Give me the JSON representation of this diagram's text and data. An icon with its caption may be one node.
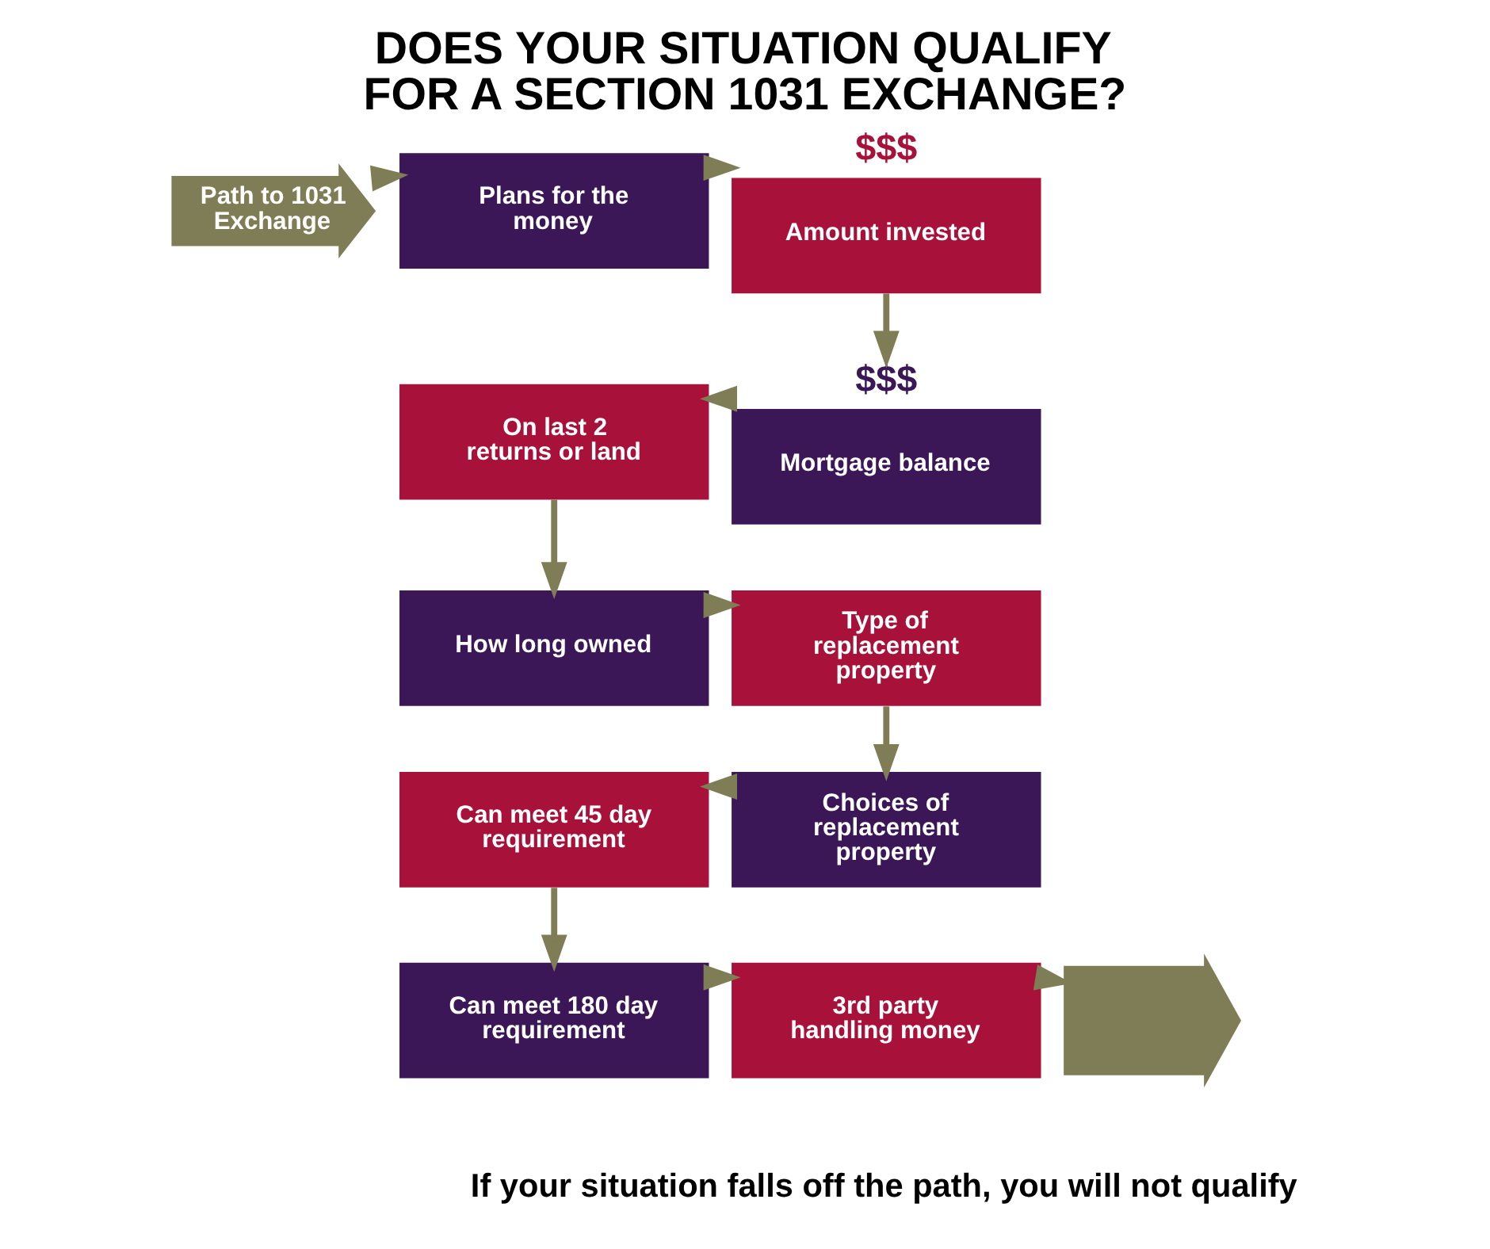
{
  "diagram": {
    "title": "DOES YOUR SITUATION QUALIFY FOR A SECTION 1031 EXCHANGE?",
    "caption": "If your situation falls off the path, you will not qualify",
    "nodes": [
      {
        "text": [
          "Path to 1031 Exchange"
        ]
      },
      {
        "text": [
          "Plans for the money"
        ]
      },
      {
        "text": [
          "Amount invested"
        ],
        "beside": [
          "$$$"
        ]
      },
      {
        "text": [
          "Mortgage balance"
        ],
        "beside": [
          "$$$"
        ]
      },
      {
        "text": [
          "On last 2 returns or land"
        ]
      },
      {
        "text": [
          "How long owned"
        ]
      },
      {
        "text": [
          "Type of replacement property"
        ]
      },
      {
        "text": [
          "Choices of replacement property"
        ]
      },
      {
        "text": [
          "Can meet 45 day requirement"
        ]
      },
      {
        "text": [
          "Can meet 180 day requirement"
        ]
      },
      {
        "text": [
          "3rd party handling money"
        ]
      },
      {
        "text": [],
        "shape": "arrow"
      }
    ],
    "edges": [
      {
        "from": 0,
        "to": 1,
        "arrow": "to"
      },
      {
        "from": 1,
        "to": 2,
        "arrow": "to"
      },
      {
        "from": 2,
        "to": 3,
        "arrow": "to"
      },
      {
        "from": 3,
        "to": 4,
        "arrow": "to"
      },
      {
        "from": 4,
        "to": 5,
        "arrow": "to"
      },
      {
        "from": 5,
        "to": 6,
        "arrow": "to"
      },
      {
        "from": 6,
        "to": 7,
        "arrow": "to"
      },
      {
        "from": 7,
        "to": 8,
        "arrow": "to"
      },
      {
        "from": 8,
        "to": 9,
        "arrow": "to"
      },
      {
        "from": 9,
        "to": 10,
        "arrow": "to"
      },
      {
        "from": 10,
        "to": 11,
        "arrow": "to"
      }
    ]
  }
}
